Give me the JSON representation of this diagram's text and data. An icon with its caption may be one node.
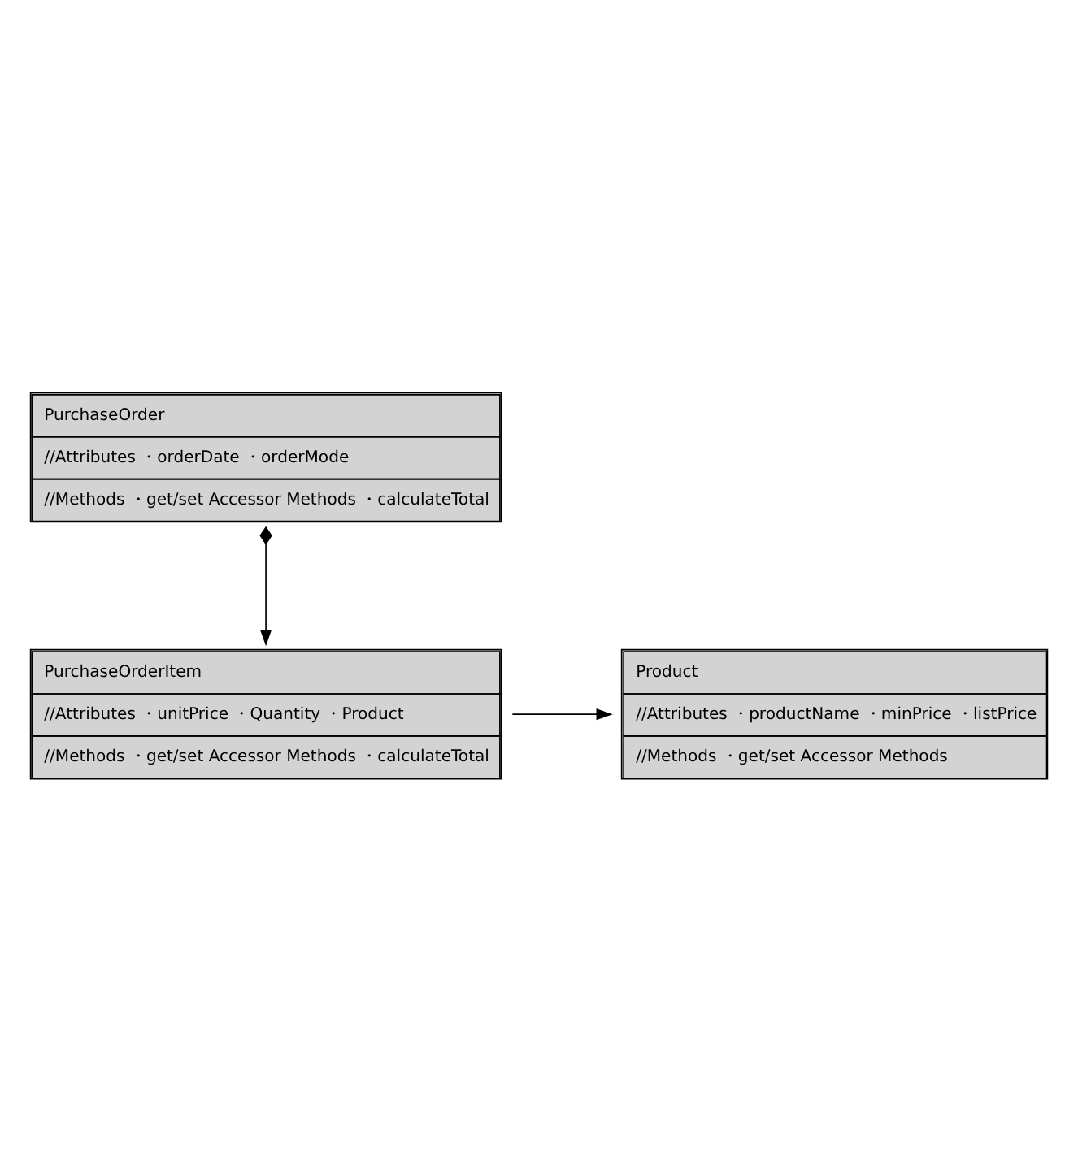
{
  "diagram": {
    "nodes": [
      {
        "text": [
          "PurchaseOrder",
          "//Attributes ・orderDate ・orderMode",
          "//Methods ・get/set Accessor Methods ・calculateTotal"
        ]
      },
      {
        "text": [
          "PurchaseOrderItem",
          "//Attributes ・unitPrice ・Quantity ・Product",
          "//Methods ・get/set Accessor Methods ・calculateTotal"
        ]
      },
      {
        "text": [
          "Product",
          "//Attributes ・productName ・minPrice ・listPrice",
          "//Methods ・get/set Accessor Methods"
        ]
      }
    ],
    "edges": [
      {
        "from": 0,
        "to": 1,
        "arrow": "to"
      },
      {
        "from": 1,
        "to": 2,
        "arrow": "to"
      }
    ]
  }
}
